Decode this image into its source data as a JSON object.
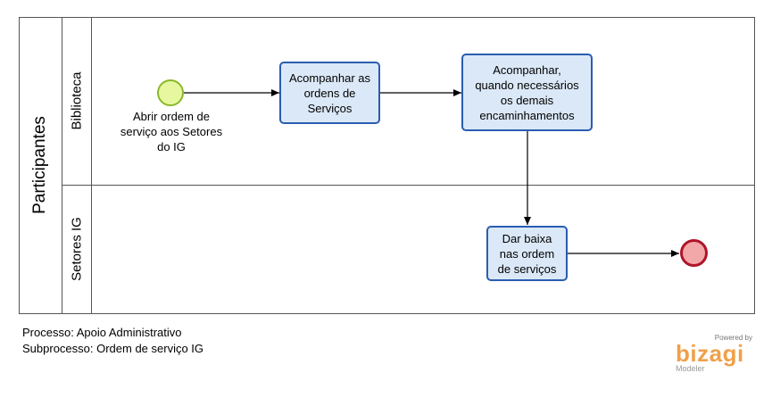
{
  "pool": {
    "title": "Participantes"
  },
  "lanes": [
    {
      "title": "Biblioteca"
    },
    {
      "title": "Setores IG"
    }
  ],
  "start_event": {
    "label": "Abrir ordem de\nserviço aos Setores\ndo IG"
  },
  "tasks": [
    {
      "label": "Acompanhar as\nordens de\nServiços"
    },
    {
      "label": "Acompanhar,\nquando necessários\nos demais\nencaminhamentos"
    },
    {
      "label": "Dar baixa\nnas ordem\nde serviços"
    }
  ],
  "footer": {
    "process": "Processo: Apoio Administrativo",
    "subprocess": "Subprocesso: Ordem de serviço IG"
  },
  "branding": {
    "powered_by": "Powered by",
    "name": "bizagi",
    "product": "Modeler"
  },
  "colors": {
    "task_fill": "#dbe8f7",
    "task_border": "#2a5db0",
    "start_fill": "#e6f7a0",
    "start_border": "#8bb82a",
    "end_fill": "#f2a8a8",
    "end_border": "#b0142a",
    "brand": "#f0a04b"
  }
}
